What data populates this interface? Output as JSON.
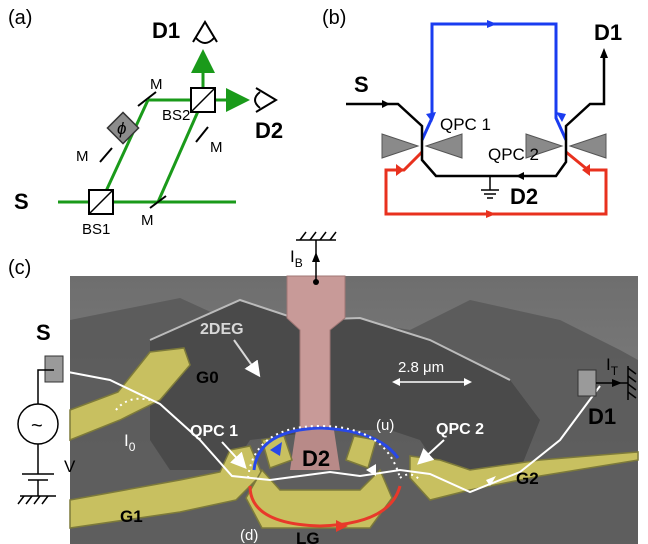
{
  "panel_a": {
    "tag": "(a)",
    "source": "S",
    "det1": "D1",
    "det2": "D2",
    "bs1": "BS1",
    "bs2": "BS2",
    "mirror": "M",
    "phase": "ϕ",
    "beam_color": "#1a9a1a"
  },
  "panel_b": {
    "tag": "(b)",
    "source": "S",
    "det1": "D1",
    "det2": "D2",
    "qpc1": "QPC 1",
    "qpc2": "QPC 2",
    "upper_color": "#1a3cf0",
    "lower_color": "#e8311e"
  },
  "panel_c": {
    "tag": "(c)",
    "source": "S",
    "det1": "D1",
    "det2": "D2",
    "twodeg": "2DEG",
    "g0": "G0",
    "g1": "G1",
    "g2": "G2",
    "lg": "LG",
    "qpc1": "QPC 1",
    "qpc2": "QPC 2",
    "scale": "2.8 μm",
    "up": "(u)",
    "down": "(d)",
    "i0": "I",
    "i0_sub": "0",
    "ib": "I",
    "ib_sub": "B",
    "it": "I",
    "it_sub": "T",
    "volt": "V",
    "ac": "~",
    "gate_color": "#c8c060",
    "center_gate_color": "#c89a98"
  }
}
